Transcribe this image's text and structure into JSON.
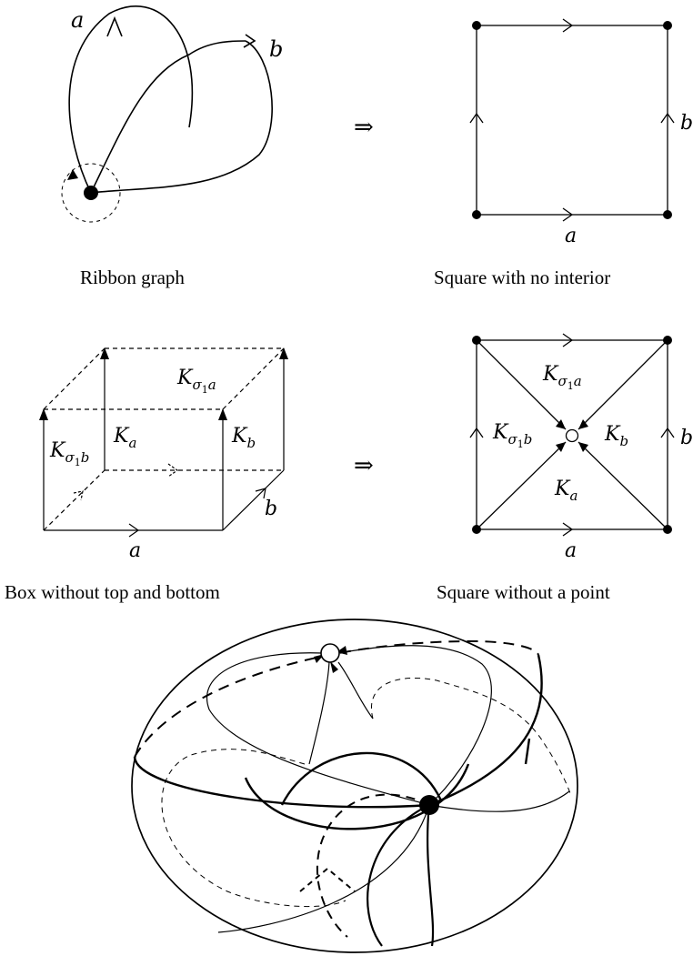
{
  "captions": {
    "ribbon_graph": "Ribbon graph",
    "square_no_interior": "Square with no interior",
    "box": "Box without top and bottom",
    "square_without_point": "Square without a point"
  },
  "symbols": {
    "implies": "⇒",
    "a": "a",
    "b": "b",
    "K": "K",
    "sigma1": "σ",
    "one": "1"
  },
  "colors": {
    "ink": "#000000",
    "background": "#ffffff"
  }
}
